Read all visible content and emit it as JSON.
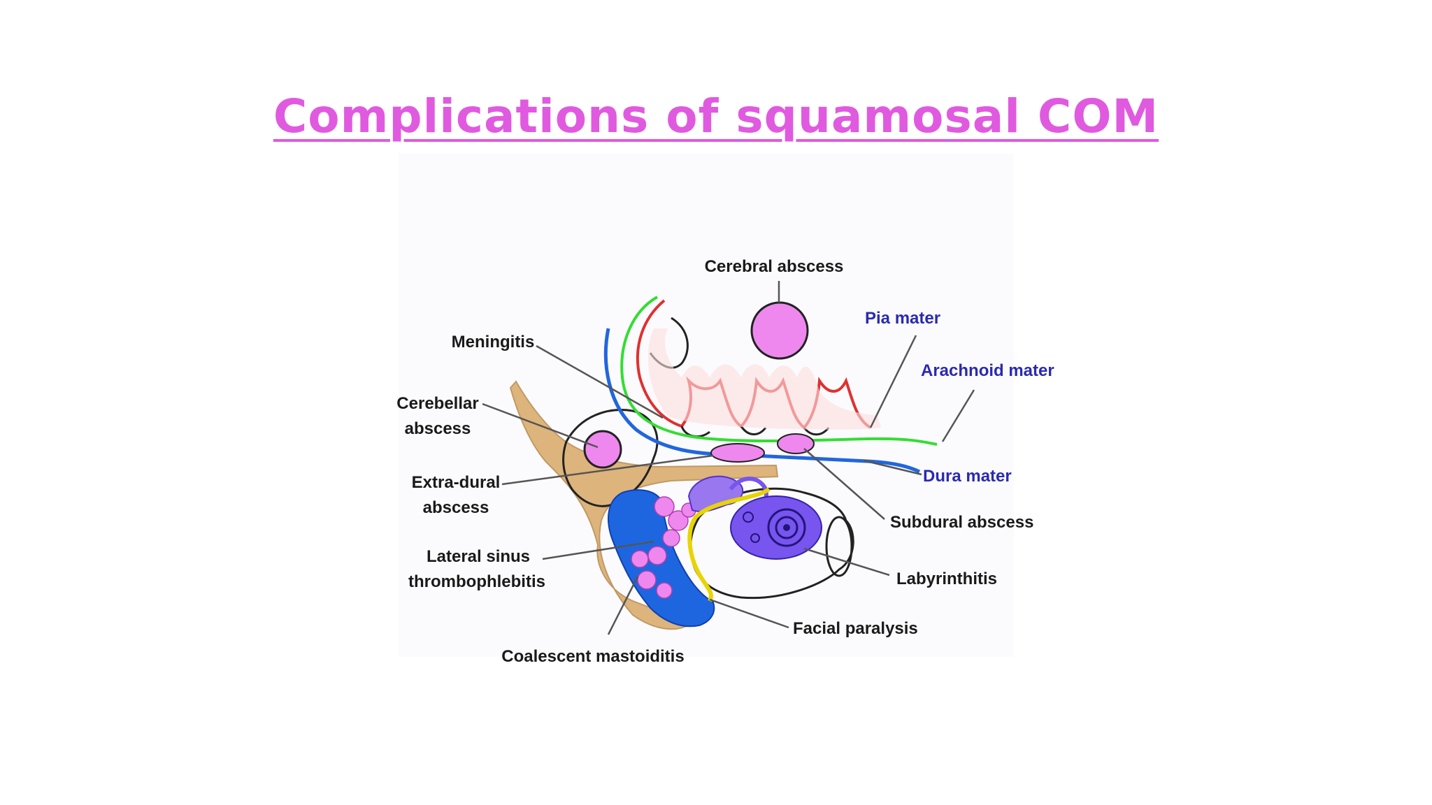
{
  "title": "Complications of squamosal COM",
  "labels": {
    "cerebral_abscess": "Cerebral abscess",
    "pia_mater": "Pia mater",
    "arachnoid_mater": "Arachnoid mater",
    "meningitis": "Meningitis",
    "cerebellar_abscess_1": "Cerebellar",
    "cerebellar_abscess_2": "abscess",
    "extra_dural_abscess_1": "Extra-dural",
    "extra_dural_abscess_2": "abscess",
    "dura_mater": "Dura mater",
    "subdural_abscess": "Subdural abscess",
    "lateral_sinus_1": "Lateral sinus",
    "lateral_sinus_2": "thrombophlebitis",
    "labyrinthitis": "Labyrinthitis",
    "facial_paralysis": "Facial paralysis",
    "coalescent_mastoiditis": "Coalescent mastoiditis"
  },
  "colors": {
    "title": "#e05ae0",
    "abscess_fill": "#ee88ee",
    "pia": "#e03030",
    "arachnoid": "#33dd33",
    "dura": "#2266dd",
    "bone": "#d8a866",
    "sinus": "#1e66e0",
    "labyrinth": "#7755ee",
    "facial_nerve": "#e8d400",
    "membrane_label": "#2a2ab0"
  }
}
